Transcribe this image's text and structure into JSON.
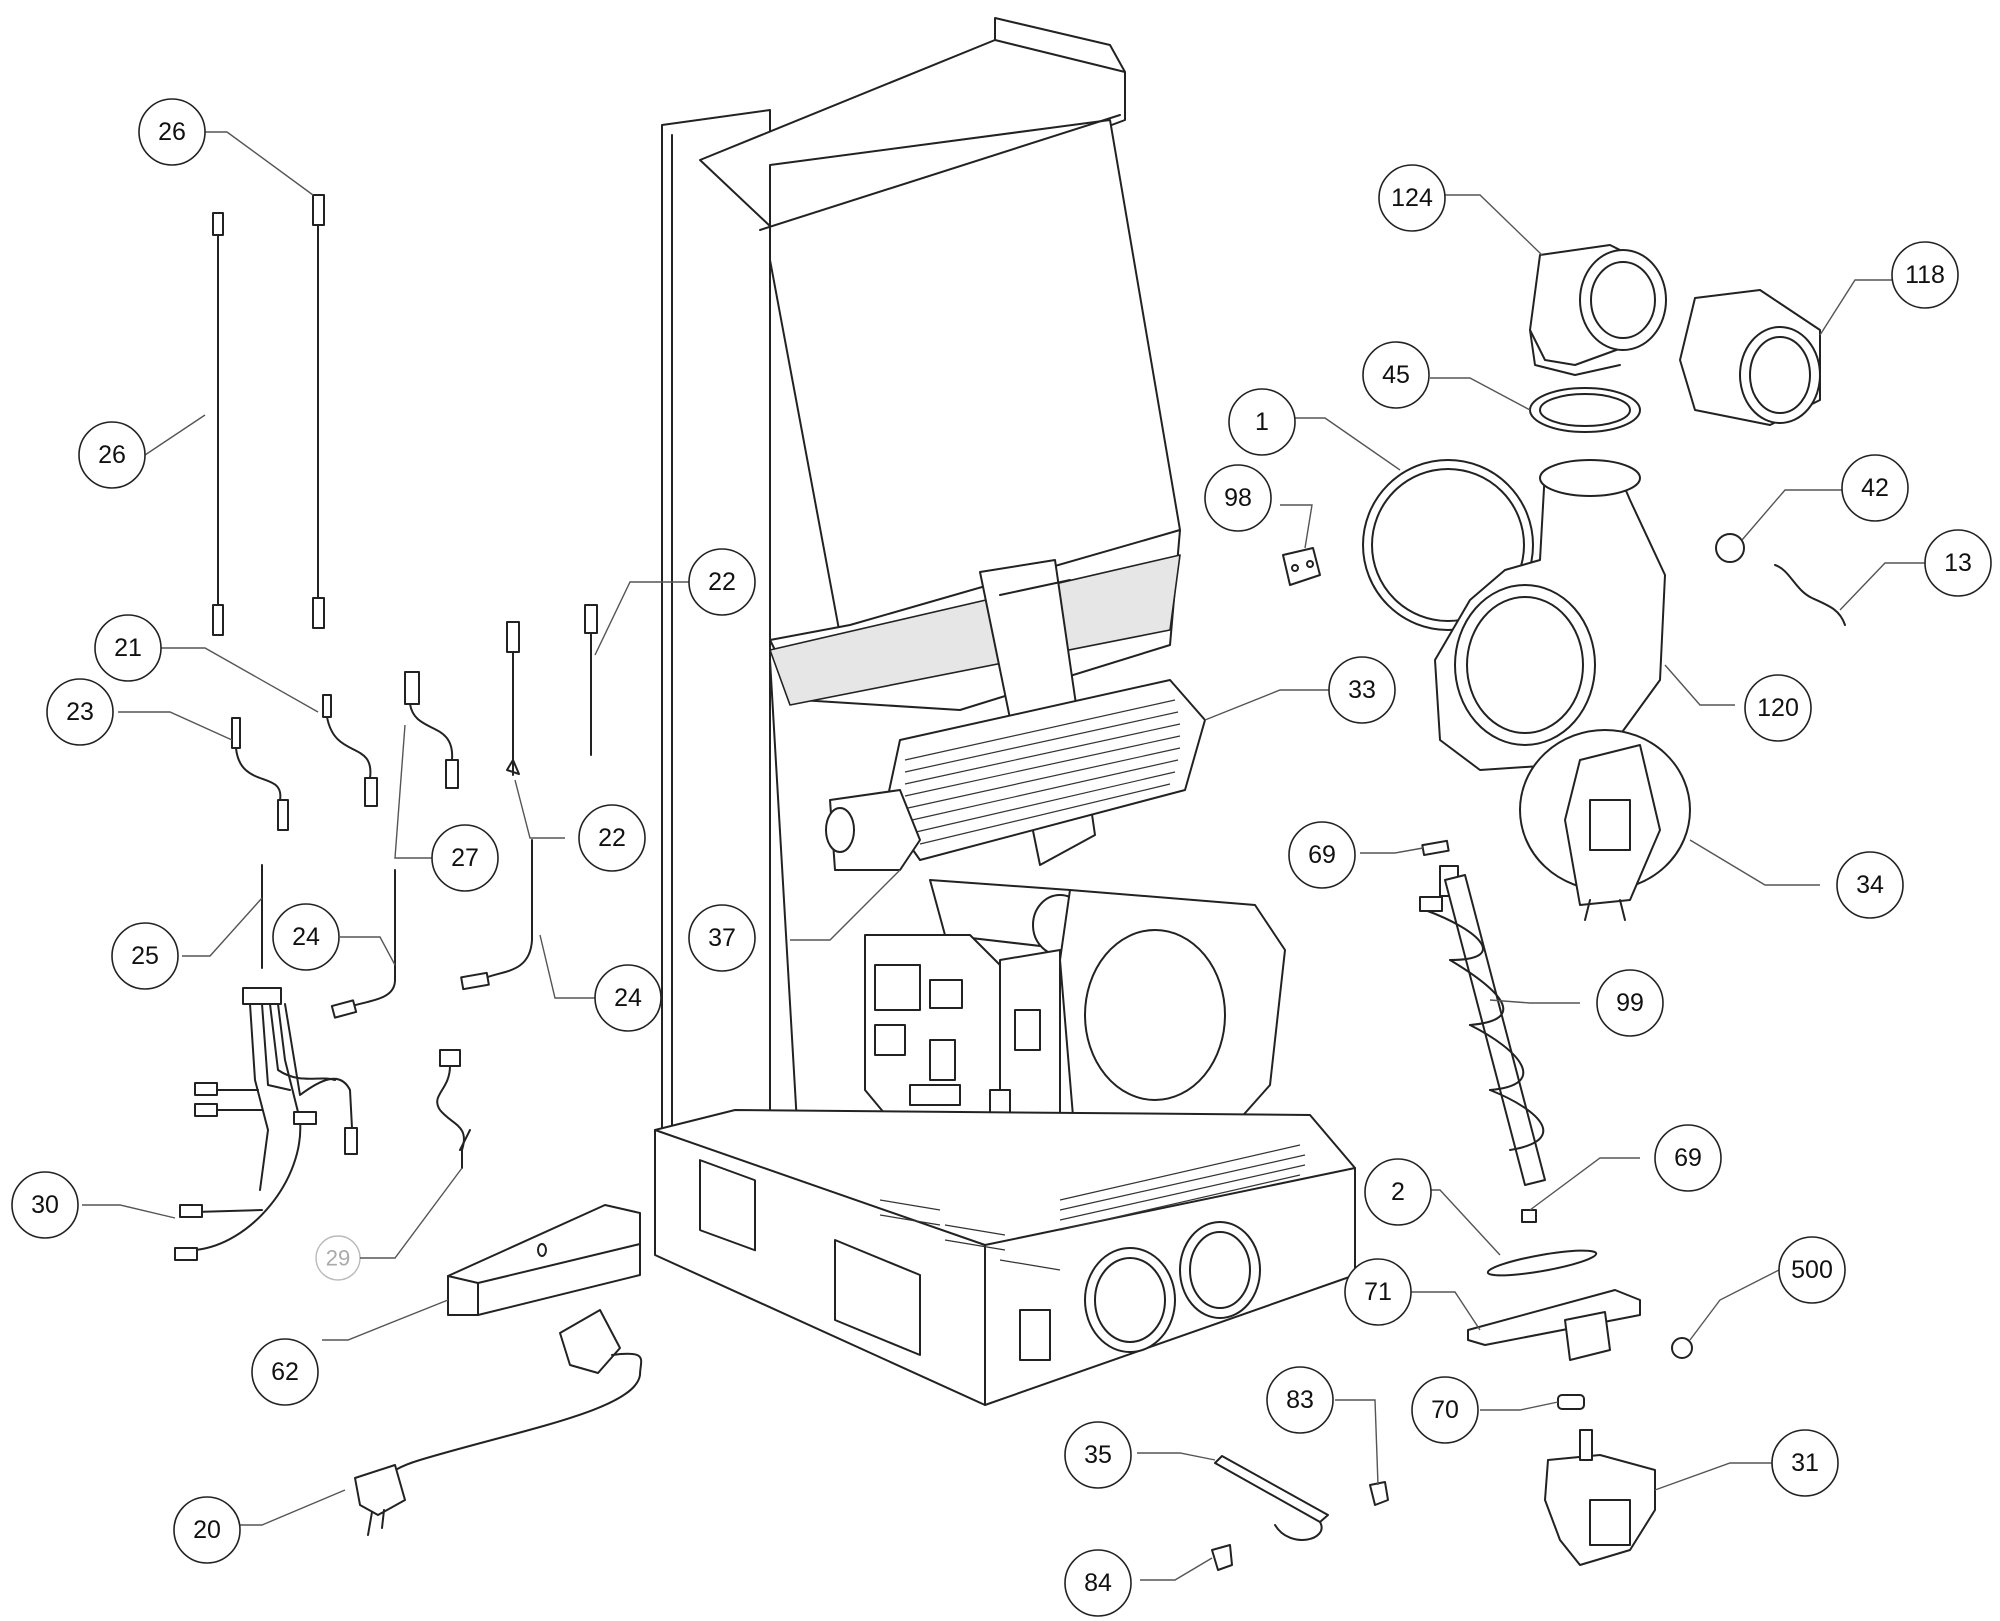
{
  "diagram": {
    "callouts": [
      {
        "id": "c-26a",
        "label": "26"
      },
      {
        "id": "c-26b",
        "label": "26"
      },
      {
        "id": "c-21",
        "label": "21"
      },
      {
        "id": "c-23",
        "label": "23"
      },
      {
        "id": "c-22a",
        "label": "22"
      },
      {
        "id": "c-27",
        "label": "27"
      },
      {
        "id": "c-22b",
        "label": "22"
      },
      {
        "id": "c-25",
        "label": "25"
      },
      {
        "id": "c-24a",
        "label": "24"
      },
      {
        "id": "c-24b",
        "label": "24"
      },
      {
        "id": "c-30",
        "label": "30"
      },
      {
        "id": "c-62",
        "label": "62"
      },
      {
        "id": "c-20",
        "label": "20"
      },
      {
        "id": "c-37",
        "label": "37"
      },
      {
        "id": "c-33",
        "label": "33"
      },
      {
        "id": "c-124",
        "label": "124"
      },
      {
        "id": "c-118",
        "label": "118"
      },
      {
        "id": "c-45",
        "label": "45"
      },
      {
        "id": "c-1",
        "label": "1"
      },
      {
        "id": "c-98",
        "label": "98"
      },
      {
        "id": "c-42",
        "label": "42"
      },
      {
        "id": "c-13",
        "label": "13"
      },
      {
        "id": "c-120",
        "label": "120"
      },
      {
        "id": "c-69a",
        "label": "69"
      },
      {
        "id": "c-34",
        "label": "34"
      },
      {
        "id": "c-99",
        "label": "99"
      },
      {
        "id": "c-69b",
        "label": "69"
      },
      {
        "id": "c-2",
        "label": "2"
      },
      {
        "id": "c-500",
        "label": "500"
      },
      {
        "id": "c-71",
        "label": "71"
      },
      {
        "id": "c-70",
        "label": "70"
      },
      {
        "id": "c-83",
        "label": "83"
      },
      {
        "id": "c-35",
        "label": "35"
      },
      {
        "id": "c-31",
        "label": "31"
      },
      {
        "id": "c-84",
        "label": "84"
      }
    ],
    "unlabeled_marker": "29"
  }
}
